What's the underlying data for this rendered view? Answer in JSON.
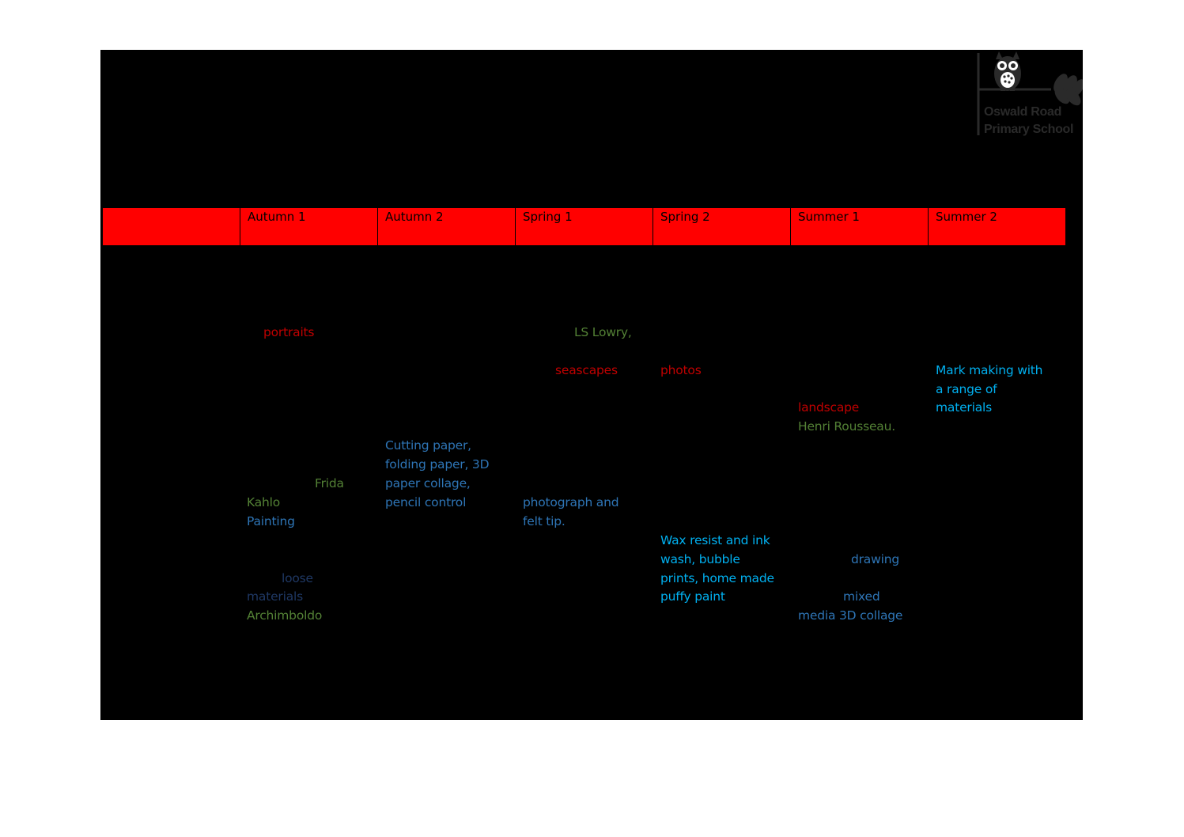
{
  "logo": {
    "line1": "Oswald Road",
    "line2": "Primary School"
  },
  "header": {
    "terms": [
      "Autumn 1",
      "Autumn 2",
      "Spring 1",
      "Spring 2",
      "Summer 1",
      "Summer 2"
    ]
  },
  "autumn1": {
    "portraits": "portraits",
    "frida": "Frida",
    "kahlo": "Kahlo",
    "painting": "Painting",
    "loose": "loose",
    "materials": "materials",
    "archimboldo": "Archimboldo"
  },
  "autumn2": {
    "line1": "Cutting paper,",
    "line2": "folding paper, 3D",
    "line3": "paper collage,",
    "line4": "pencil control"
  },
  "spring1": {
    "lowry": "LS Lowry,",
    "seascapes": "seascapes",
    "photo1": "photograph and",
    "photo2": "felt tip."
  },
  "spring2": {
    "photos": "photos",
    "wax1": "Wax resist and ink",
    "wax2": "wash, bubble",
    "wax3": "prints, home made",
    "wax4": "puffy paint"
  },
  "summer1": {
    "landscape": "landscape",
    "rousseau": "Henri Rousseau.",
    "drawing": "drawing",
    "mixed": "mixed",
    "collage": "media 3D collage"
  },
  "summer2": {
    "mark1": "Mark making with",
    "mark2": "a range of",
    "mark3": "materials"
  },
  "colors": {
    "header_bg": "#ff0000",
    "red_text": "#c00000",
    "green_text": "#538135",
    "blue_text": "#2e75b6",
    "navy_text": "#1f3864",
    "light_blue_text": "#00b0f0"
  }
}
